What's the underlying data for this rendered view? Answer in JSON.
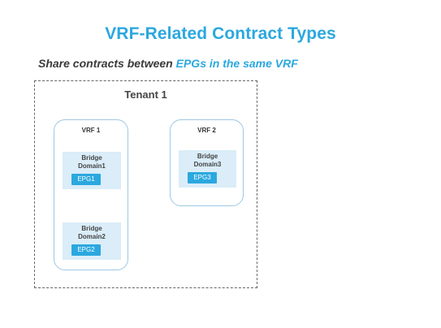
{
  "title": "VRF-Related Contract Types",
  "subtitle": {
    "prefix": "Share contracts between ",
    "highlight": "EPGs in the same VRF"
  },
  "tenant": {
    "label": "Tenant 1",
    "vrfs": [
      {
        "label": "VRF 1",
        "bridge_domains": [
          {
            "label_line1": "Bridge",
            "label_line2": "Domain1",
            "epg": "EPG1"
          },
          {
            "label_line1": "Bridge",
            "label_line2": "Domain2",
            "epg": "EPG2"
          }
        ]
      },
      {
        "label": "VRF 2",
        "bridge_domains": [
          {
            "label_line1": "Bridge",
            "label_line2": "Domain3",
            "epg": "EPG3"
          }
        ]
      }
    ]
  },
  "colors": {
    "accent": "#2ba8df",
    "bridge_domain_fill": "#daedf8",
    "vrf_border": "#9dc8e4",
    "text_dark": "#3a3a3a"
  }
}
